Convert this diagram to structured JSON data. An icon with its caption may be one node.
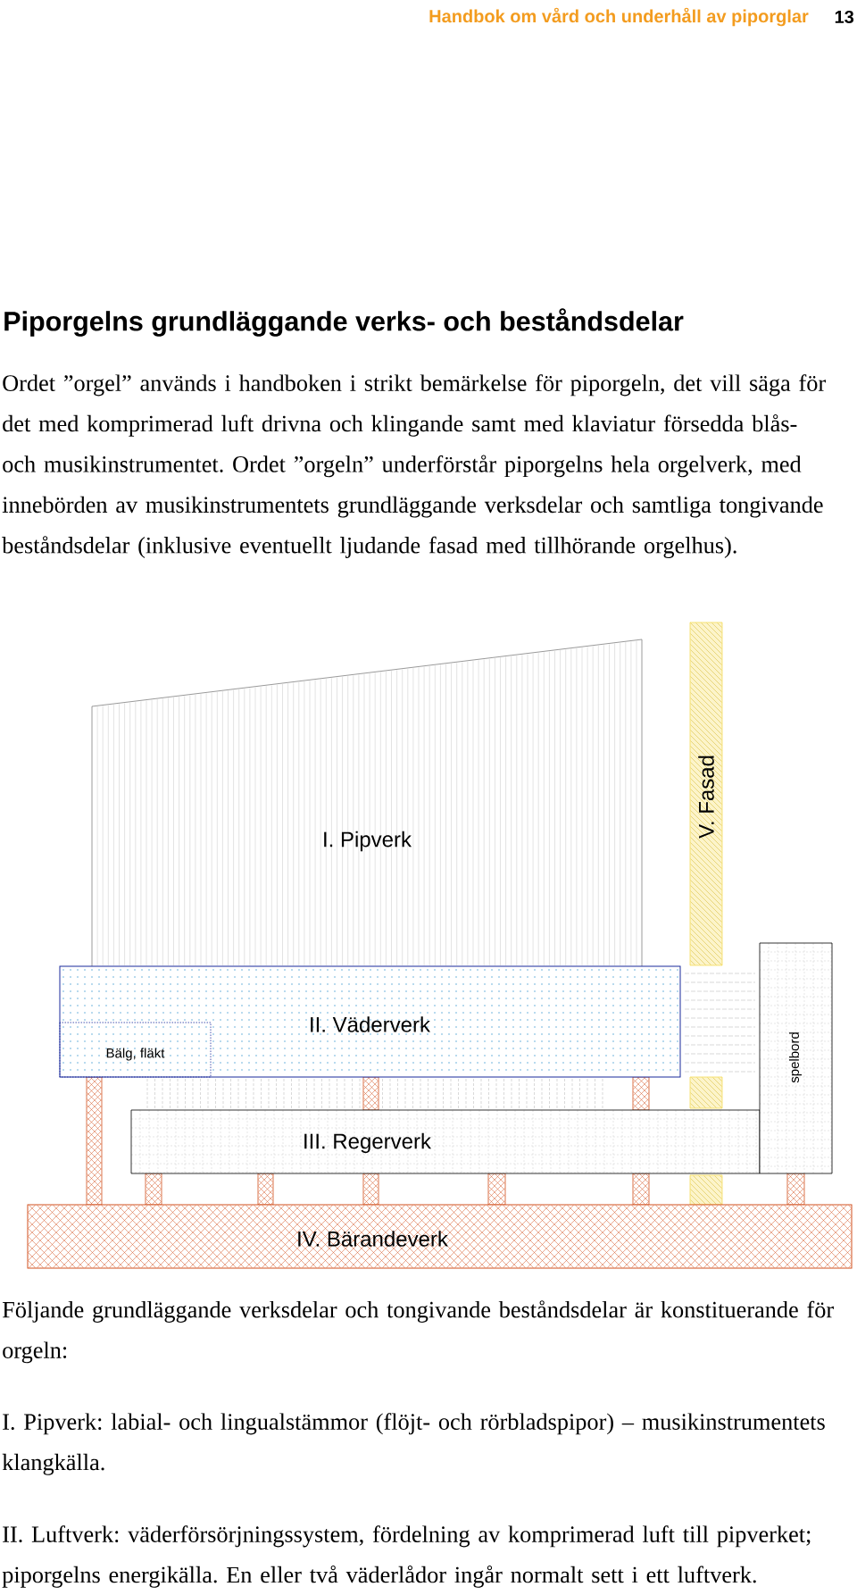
{
  "diagram": {
    "title": "Piporgelns grundläggande verks- och beståndsdelar",
    "nodes": [
      {
        "text": [
          "I. Pipverk"
        ]
      },
      {
        "text": [
          "V. Fasad"
        ]
      },
      {
        "text": [
          "II. Väderverk"
        ]
      },
      {
        "text": [
          "Bälg, fläkt"
        ],
        "in": 2
      },
      {
        "text": [
          "spelbord"
        ]
      },
      {
        "text": [
          "III. Regerverk"
        ]
      },
      {
        "text": [
          "IV. Bärandeverk"
        ]
      }
    ],
    "labels": [
      "Handbok om vård och underhåll av piporglar",
      "13",
      "Ordet ”orgel” används i handboken i strikt bemärkelse för piporgeln, det vill säga för det med komprimerad luft drivna och klingande samt med klaviatur försedda blås- och musikinstrumentet. Ordet ”orgeln” underförstår piporgelns hela orgelverk, med innebörden av musikinstrumentets grundläggande verksdelar och samtliga tongivande beståndsdelar (inklusive eventuellt ljudande fasad med tillhörande orgelhus).",
      "Följande grundläggande verksdelar och tongivande beståndsdelar är konstituerande för orgeln:",
      "I. Pipverk: labial- och lingualstämmor (flöjt- och rörbladspipor) – musikinstrumentets klangkälla.",
      "II. Luftverk: väderförsörjningssystem, fördelning av komprimerad luft till pipverket; piporgelns energikälla. En eller två väderlådor ingår normalt sett i ett luftverk."
    ]
  }
}
